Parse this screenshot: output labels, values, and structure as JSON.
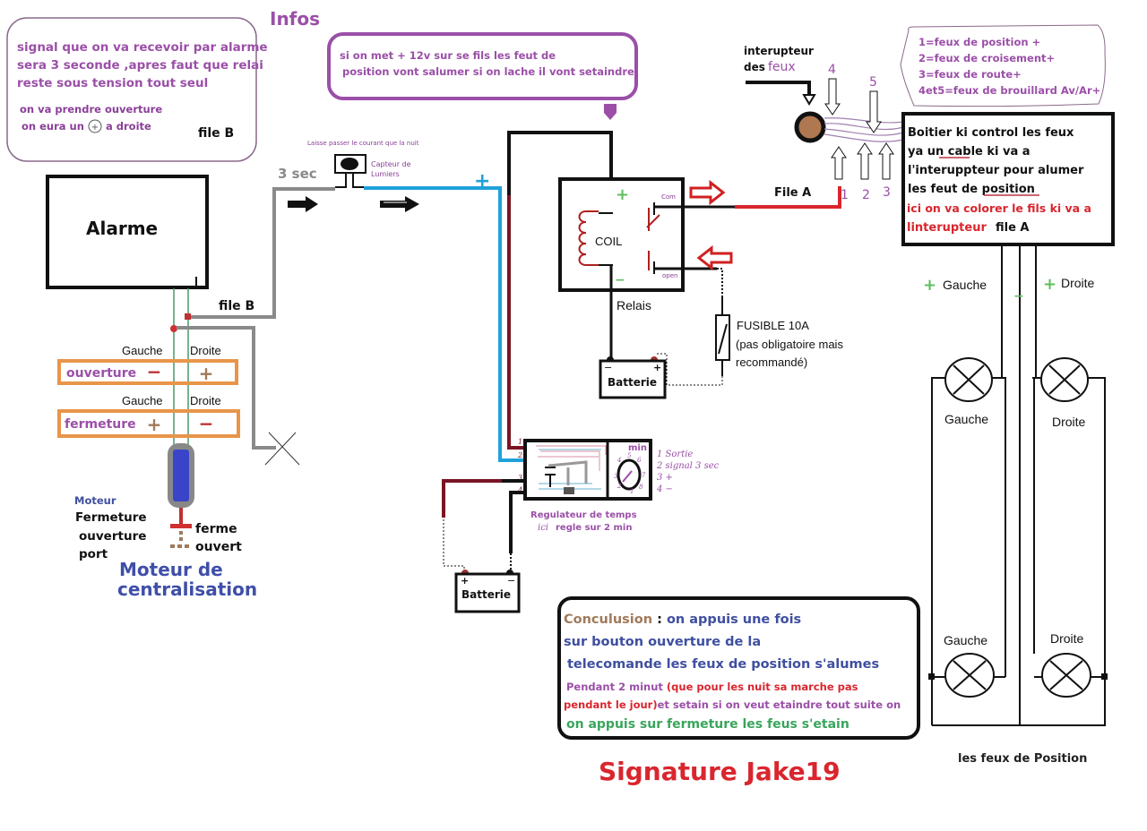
{
  "title": "Infos",
  "info_box_left": {
    "lines": [
      "signal que on va recevoir par alarme",
      "sera 3 seconde ,apres faut que relai",
      "reste sous tension tout seul"
    ],
    "sub_lines": [
      "on va prendre ouverture",
      "on eura un",
      "a droite"
    ],
    "file_label": "file B"
  },
  "info_box_top": {
    "lines": [
      "si on met + 12v sur se fils les feut de",
      "position vont salumer si on lache il vont setaindre"
    ]
  },
  "light_switch": {
    "label_line1": "interupteur",
    "label_line2_prefix": "des",
    "label_line2_highlight": "feux",
    "wire_numbers": [
      "4",
      "5",
      "1",
      "2",
      "3"
    ]
  },
  "legend_box": {
    "lines": [
      "1=feux de position +",
      "2=feux de croisement+",
      "3=feux de route+",
      "4et5=feux de brouillard Av/Ar+"
    ]
  },
  "control_box": {
    "lines": [
      "Boitier ki control les feux",
      "ya un cable ki va a",
      "l'interuppteur pour alumer",
      "les feut de position"
    ],
    "underlined_words": [
      "cable",
      "position"
    ],
    "red_lines": [
      "ici on va colorer  le fils ki va  a",
      "linterupteur"
    ],
    "file_label": "file A"
  },
  "wire_labels": {
    "file_a": "File A",
    "file_b": "file B",
    "three_sec": "3 sec",
    "plus": "+"
  },
  "alarm": {
    "label": "Alarme"
  },
  "door_table": {
    "header_left": "Gauche",
    "header_right": "Droite",
    "rows": [
      {
        "label": "ouverture",
        "left": "−",
        "right": "+"
      },
      {
        "label": "fermeture",
        "left": "+",
        "right": "−"
      }
    ]
  },
  "motor": {
    "title": "Moteur",
    "desc": [
      "Fermeture",
      "ouverture",
      "port"
    ],
    "states": [
      "ferme",
      "ouvert"
    ],
    "caption_line1": "Moteur de",
    "caption_line2": "centralisation"
  },
  "light_sensor": {
    "note": "Laisse passer le courant que la nuit",
    "label_line1": "Capteur de",
    "label_line2": "Lumiers"
  },
  "relay": {
    "coil_label": "COIL",
    "com_label": "Com",
    "open_label": "open",
    "caption": "Relais",
    "plus": "+",
    "minus": "−"
  },
  "fuse": {
    "line1": "FUSIBLE 10A",
    "line2": "(pas obligatoire mais",
    "line3": "recommandé)"
  },
  "battery_top": {
    "label": "Batterie",
    "neg": "−",
    "pos": "+"
  },
  "battery_bottom": {
    "label": "Batterie",
    "neg": "−",
    "pos": "+"
  },
  "timer": {
    "unit": "min",
    "dial_numbers": [
      "1",
      "2",
      "3",
      "4",
      "5",
      "6",
      "7",
      "8"
    ],
    "pin_numbers": [
      "1",
      "2",
      "3",
      "4"
    ],
    "pin_legend": [
      "1 Sortie",
      "2 signal 3 sec",
      "3 +",
      "4 −"
    ],
    "caption_line1": "Regulateur de temps",
    "caption_prefix": "ici",
    "caption_line2": "regle sur 2 min"
  },
  "lamps": {
    "plus_left": "Gauche",
    "plus_right": "Droite",
    "minus": "−",
    "top_left": "Gauche",
    "top_right": "Droite",
    "bottom_left": "Gauche",
    "bottom_right": "Droite",
    "caption": "les feux de Position"
  },
  "conclusion": {
    "label": "Conculusion",
    "sep": " : ",
    "line1": "on appuis une fois",
    "line2": "sur bouton ouverture de la",
    "line3": "telecomande les feux de position s'alumes",
    "line4_purple": "Pendant 2 minut ",
    "line4_red": "(que pour les nuit sa marche pas",
    "line5_red": "pendant le jour)",
    "line5_purple": "et setain si on veut etaindre tout suite on",
    "line6": "on appuis sur fermeture les feus s'etain"
  },
  "signature": "Signature Jake19",
  "colors": {
    "purple": "#9b4fa8",
    "navy": "#3f4fa0",
    "red": "#d9262e",
    "green": "#3aa55c",
    "blue_wire": "#1fa2d8",
    "dark_red_wire": "#7a1424",
    "orange_box": "#e8954a",
    "gray_wire": "#8a8a8a"
  }
}
